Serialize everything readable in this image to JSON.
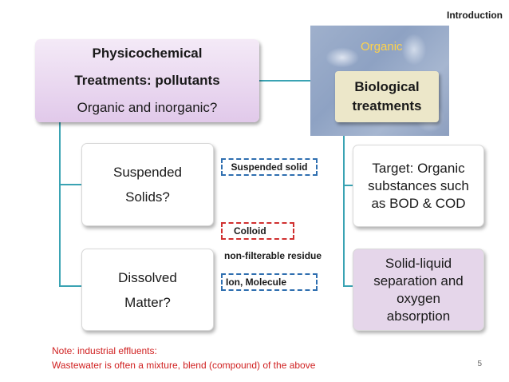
{
  "slide": {
    "section_title": "Introduction",
    "page_number": "5"
  },
  "physico": {
    "line1": "Physicochemical",
    "line2": "Treatments: pollutants",
    "line3": "Organic and inorganic?"
  },
  "organic_label": "Organic",
  "bio": {
    "line1": "Biological",
    "line2": "treatments"
  },
  "suspended": {
    "line1": "Suspended",
    "line2": "Solids?"
  },
  "dissolved": {
    "line1": "Dissolved",
    "line2": "Matter?"
  },
  "target": {
    "line1": "Target: Organic",
    "line2": "substances such",
    "line3": "as BOD & COD"
  },
  "separation": {
    "line1": "Solid-liquid",
    "line2": "separation and",
    "line3": "oxygen",
    "line4": "absorption"
  },
  "tags": {
    "suspended_solid": "Suspended solid",
    "colloid": "Colloid",
    "non_filterable": "non-filterable residue",
    "ion_molecule": "Ion, Molecule"
  },
  "note": {
    "line1": "Note: industrial effluents:",
    "line2": "Wastewater is often a mixture, blend (compound) of the above"
  },
  "colors": {
    "connector": "#3aa3b3",
    "note_text": "#d02020",
    "organic_label": "#ffd24a",
    "blue_dash": "#2f6fb0",
    "red_dash": "#d03030"
  }
}
